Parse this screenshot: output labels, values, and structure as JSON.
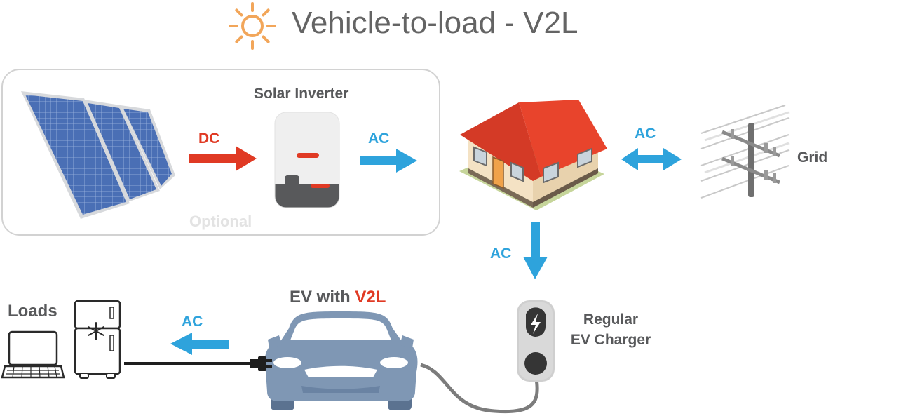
{
  "title": "Vehicle-to-load - V2L",
  "optional_label": "Optional",
  "solar_inverter_label": "Solar Inverter",
  "flow_labels": {
    "dc": "DC",
    "ac_inverter_to_house": "AC",
    "ac_house_grid": "AC",
    "ac_house_to_charger": "AC",
    "ac_car_to_loads": "AC"
  },
  "grid_label": "Grid",
  "charger_label": {
    "line1": "Regular",
    "line2": "EV Charger"
  },
  "ev_label": {
    "prefix": "EV with ",
    "highlight": "V2L"
  },
  "loads_label": "Loads",
  "colors": {
    "blue": "#2ea3dc",
    "red": "#e03a24",
    "gray_text": "#58595b",
    "title": "#646464",
    "car": "#7f97b4",
    "roof": "#e03a24",
    "sun": "#f2a65a"
  },
  "icons": [
    "sun-icon",
    "solar-panel-icon",
    "inverter-icon",
    "house-icon",
    "grid-pole-icon",
    "ev-charger-icon",
    "car-icon",
    "laptop-icon",
    "fridge-icon",
    "plug-icon"
  ]
}
